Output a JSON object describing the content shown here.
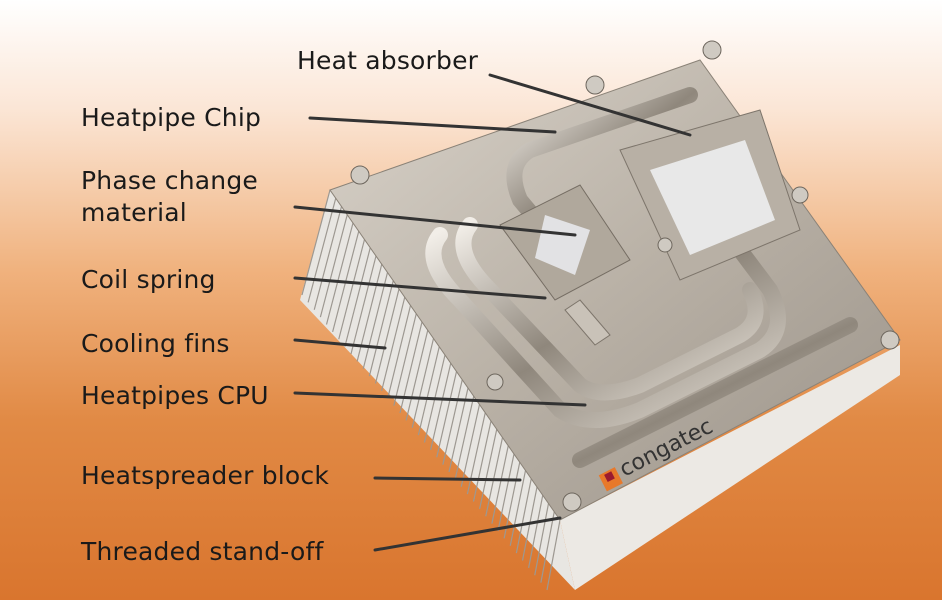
{
  "labels": {
    "heat_absorber": "Heat absorber",
    "heatpipe_chip": "Heatpipe Chip",
    "phase_change_1": "Phase change",
    "phase_change_2": "material",
    "coil_spring": "Coil spring",
    "cooling_fins": "Cooling fins",
    "heatpipes_cpu": "Heatpipes CPU",
    "heatspreader_block": "Heatspreader block",
    "threaded_standoff": "Threaded stand-off"
  },
  "logo": {
    "text": "congatec"
  },
  "colors": {
    "background_top": "#ffffff",
    "background_bottom": "#d9752e",
    "leader": "#333333",
    "logo_orange": "#e8792b"
  }
}
